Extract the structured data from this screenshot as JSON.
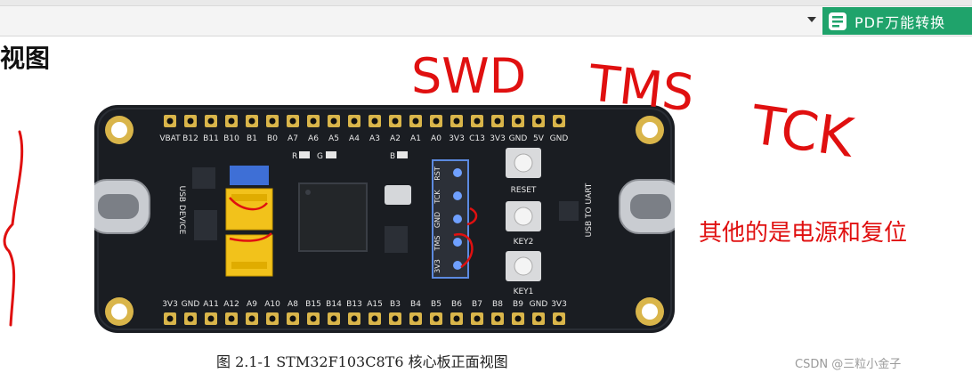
{
  "toolbar": {
    "pdf_button_label": "PDF万能转换",
    "pdf_icon": "pdf-convert-icon",
    "dropdown_icon": "chevron-down-icon",
    "accent_color": "#1fa36b"
  },
  "document": {
    "heading": "视图",
    "caption": "图 2.1-1 STM32F103C8T6 核心板正面视图",
    "watermark": "CSDN @三粒小金子"
  },
  "annotations": {
    "swd": "SWD",
    "tms": "TMS",
    "tck": "TCK",
    "note": "其他的是电源和复位",
    "color": "#e01010"
  },
  "board": {
    "top_pins": [
      "VBAT",
      "B12",
      "B11",
      "B10",
      "B1",
      "B0",
      "A7",
      "A6",
      "A5",
      "A4",
      "A3",
      "A2",
      "A1",
      "A0",
      "3V3",
      "C13",
      "3V3",
      "GND",
      "5V",
      "GND"
    ],
    "bottom_pins": [
      "3V3",
      "GND",
      "A11",
      "A12",
      "A9",
      "A10",
      "A8",
      "B15",
      "B14",
      "B13",
      "A15",
      "B3",
      "B4",
      "B5",
      "B6",
      "B7",
      "B8",
      "B9",
      "GND",
      "3V3"
    ],
    "swd_header": [
      "3V3",
      "TMS",
      "GND",
      "TCK",
      "RST"
    ],
    "left_usb_label": "USB DEVICE",
    "right_usb_label": "USB TO UART",
    "reset_label": "RESET",
    "key2_label": "KEY2",
    "key1_label": "KEY1",
    "led_labels": [
      "R",
      "G",
      "B"
    ]
  }
}
